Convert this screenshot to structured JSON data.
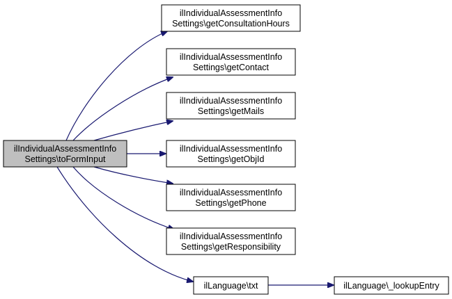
{
  "colors": {
    "edge": "#191970",
    "node_fill": "#ffffff",
    "root_fill": "#bfbfbf",
    "node_border": "#000000"
  },
  "nodes": [
    {
      "id": "root",
      "lines": [
        "ilIndividualAssessmentInfo",
        "Settings\\toFormInput"
      ],
      "highlighted": true
    },
    {
      "id": "consultation",
      "lines": [
        "ilIndividualAssessmentInfo",
        "Settings\\getConsultationHours"
      ]
    },
    {
      "id": "contact",
      "lines": [
        "ilIndividualAssessmentInfo",
        "Settings\\getContact"
      ]
    },
    {
      "id": "mails",
      "lines": [
        "ilIndividualAssessmentInfo",
        "Settings\\getMails"
      ]
    },
    {
      "id": "objid",
      "lines": [
        "ilIndividualAssessmentInfo",
        "Settings\\getObjId"
      ]
    },
    {
      "id": "phone",
      "lines": [
        "ilIndividualAssessmentInfo",
        "Settings\\getPhone"
      ]
    },
    {
      "id": "responsibility",
      "lines": [
        "ilIndividualAssessmentInfo",
        "Settings\\getResponsibility"
      ]
    },
    {
      "id": "txt",
      "lines": [
        "ilLanguage\\txt"
      ]
    },
    {
      "id": "lookup",
      "lines": [
        "ilLanguage\\_lookupEntry"
      ]
    }
  ],
  "edges": [
    {
      "from": "root",
      "to": "consultation"
    },
    {
      "from": "root",
      "to": "contact"
    },
    {
      "from": "root",
      "to": "mails"
    },
    {
      "from": "root",
      "to": "objid"
    },
    {
      "from": "root",
      "to": "phone"
    },
    {
      "from": "root",
      "to": "responsibility"
    },
    {
      "from": "root",
      "to": "txt"
    },
    {
      "from": "txt",
      "to": "lookup"
    }
  ]
}
